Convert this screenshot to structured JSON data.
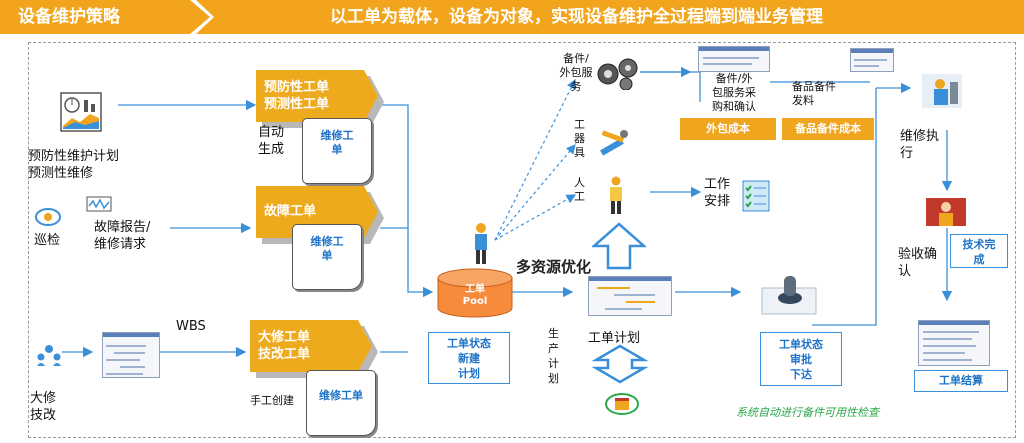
{
  "banner": {
    "left": "设备维护策略",
    "right": "以工单为载体，设备为对象，实现设备维护全过程端到端业务管理"
  },
  "inputs": {
    "preventive_plan": "预防性维护计划\n预测性维修",
    "inspection": "巡检",
    "fault_report": "故障报告/\n维修请求",
    "overhaul": "大修\n技改",
    "wbs": "WBS"
  },
  "work_orders": {
    "preventive_tag": "预防性工单\n预测性工单",
    "auto_generate": "自动\n生成",
    "fault_tag": "故障工单",
    "overhaul_tag": "大修工单\n技改工单",
    "manual_create": "手工创建",
    "scroll_label_1": "维修工\n单",
    "scroll_label_2": "维修工\n单",
    "scroll_label_3": "维修工单"
  },
  "center": {
    "pool_label": "工单\nPool",
    "multi_resource": "多资源优化",
    "status_new": "工单状态\n新建\n计划",
    "production_plan": "生\n产\n计\n划",
    "wo_plan": "工单计划",
    "spare_service": "备件/\n外包服\n务",
    "tools": "工\n器\n具",
    "labor": "人\n工",
    "work_arrange": "工作\n安排"
  },
  "right": {
    "purchase_confirm": "备件/外\n包服务采\n购和确认",
    "outsource_cost": "外包成本",
    "spare_issue": "备品备件\n发料",
    "spare_cost": "备品备件成本",
    "repair_exec": "维修执\n行",
    "accept_confirm": "验收确\n认",
    "tech_complete": "技术完\n成",
    "status_approve": "工单状态\n审批\n下达",
    "wo_settle": "工单结算",
    "auto_check": "系统自动进行备件可用性检查"
  },
  "colors": {
    "accent": "#f2a51c",
    "blue": "#3a8fd9",
    "green": "#2aa84a"
  }
}
